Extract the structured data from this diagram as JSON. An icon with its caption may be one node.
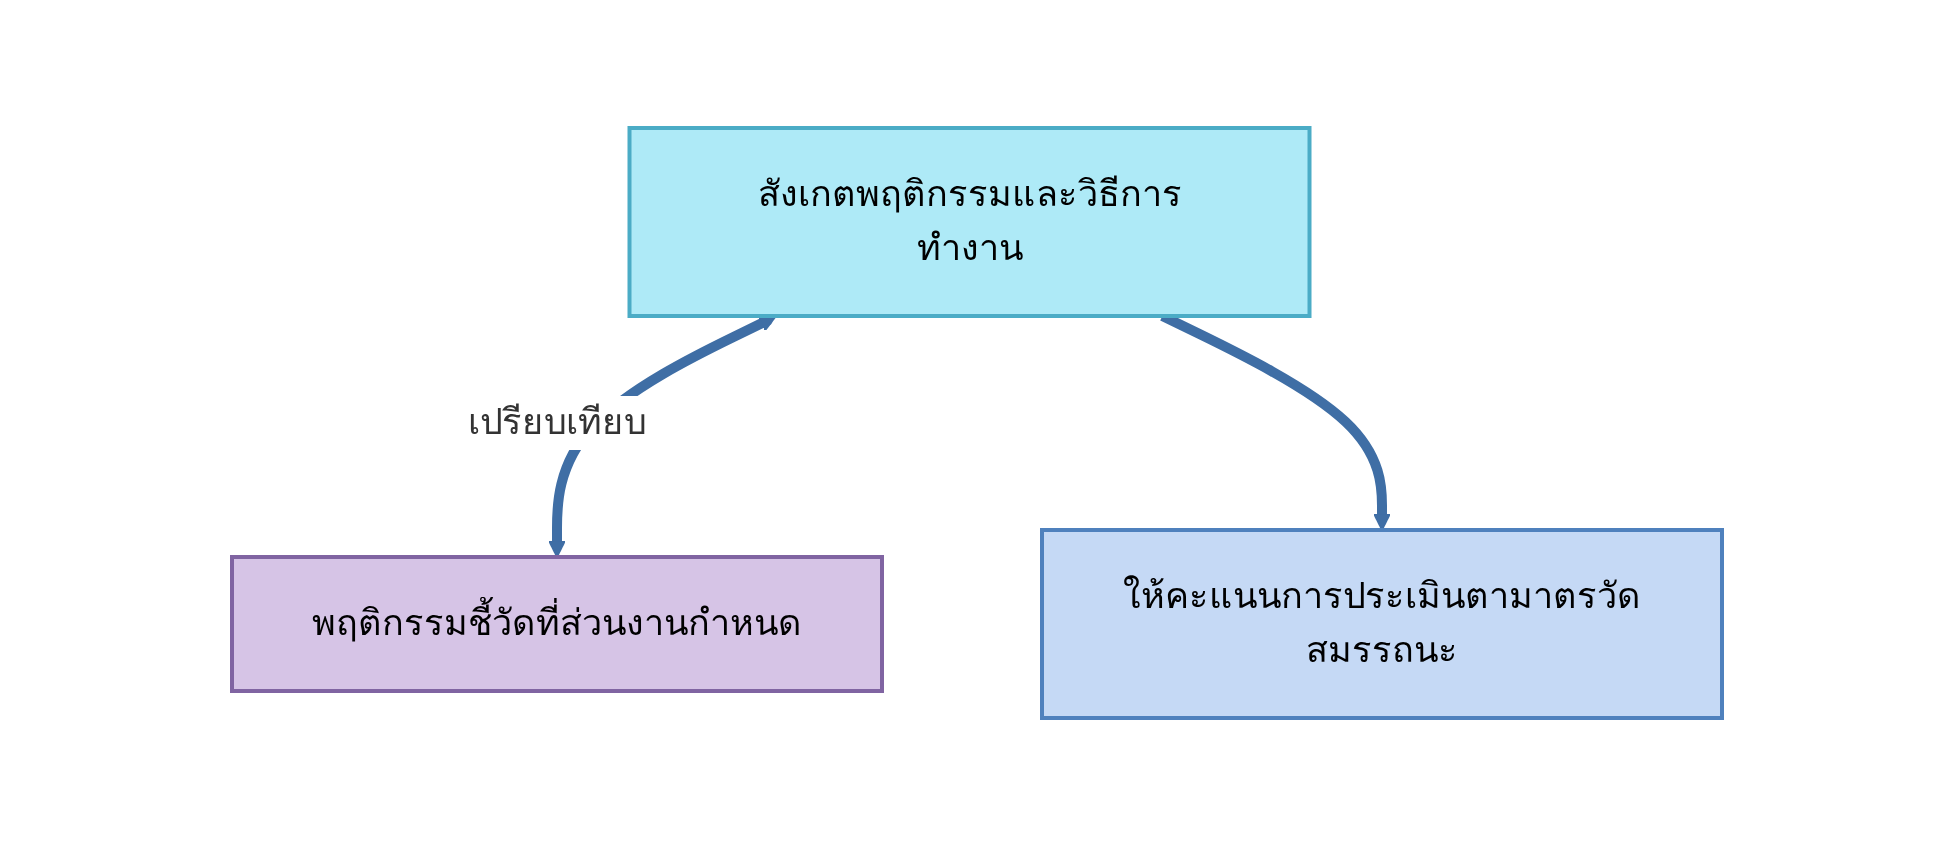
{
  "diagram": {
    "nodes": [
      {
        "text": [
          "สังเกตพฤติกรรมและวิธีการทำงาน"
        ]
      },
      {
        "text": [
          "พฤติกรรมชี้วัดที่ส่วนงานกำหนด"
        ]
      },
      {
        "text": [
          "ให้คะแนนการประเมินตามาตรวัดสมรรถนะ"
        ]
      }
    ],
    "edges": [
      {
        "from": 0,
        "to": 1,
        "arrow": "both",
        "label": "เปรียบเทียบ"
      },
      {
        "from": 0,
        "to": 2,
        "arrow": "to"
      }
    ]
  }
}
